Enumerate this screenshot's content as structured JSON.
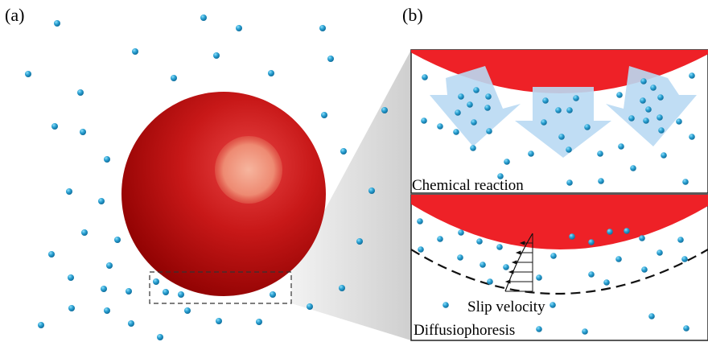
{
  "panels": {
    "a": {
      "label": "(a)"
    },
    "b": {
      "label": "(b)"
    }
  },
  "labels": {
    "chemical_reaction": "Chemical reaction",
    "diffusiophoresis": "Diffusiophoresis",
    "slip_velocity": "Slip velocity"
  },
  "colors": {
    "sphere_dark": "#8b0000",
    "sphere_mid": "#c81818",
    "highlight": "#f29a7f",
    "surface_red": "#ee2127",
    "particle": "#1f8fc4",
    "particle_light": "#6fd0f2",
    "arrow_fill": "#b9d9f3",
    "zoom_wedge": "#d9d9d9"
  }
}
